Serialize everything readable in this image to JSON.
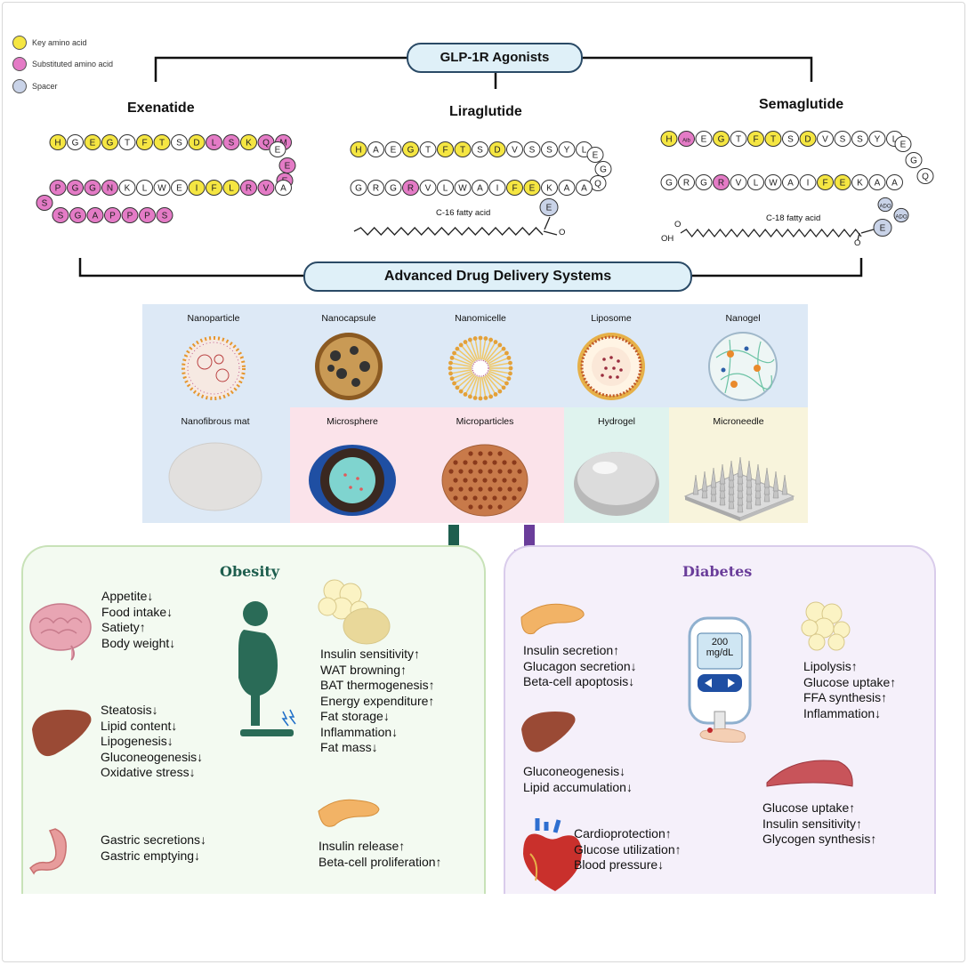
{
  "legend": [
    {
      "label": "Key amino acid",
      "color": "#f5e642"
    },
    {
      "label": "Substituted amino acid",
      "color": "#e47bc6"
    },
    {
      "label": "Spacer",
      "color": "#c9d3e8"
    }
  ],
  "agonists_title": "GLP-1R Agonists",
  "exenatide": {
    "title": "Exenatide",
    "row1": [
      "H",
      "G",
      "E",
      "G",
      "T",
      "F",
      "T",
      "S",
      "D",
      "L",
      "S",
      "K",
      "Q",
      "M"
    ],
    "row2": [
      "P",
      "G",
      "G",
      "N",
      "K",
      "L",
      "W",
      "E",
      "I",
      "F",
      "L",
      "R",
      "V",
      "A"
    ],
    "turn": [
      "E",
      "E",
      "E"
    ],
    "s_tail": "S",
    "row3": [
      "S",
      "G",
      "A",
      "P",
      "P",
      "P",
      "S"
    ]
  },
  "liraglutide": {
    "title": "Liraglutide",
    "row1": [
      "H",
      "A",
      "E",
      "G",
      "T",
      "F",
      "T",
      "S",
      "D",
      "V",
      "S",
      "S",
      "Y",
      "L"
    ],
    "turn": [
      "E",
      "G",
      "Q"
    ],
    "row2": [
      "G",
      "R",
      "G",
      "R",
      "V",
      "L",
      "W",
      "A",
      "I",
      "F",
      "E",
      "K",
      "A",
      "A"
    ],
    "spacer": "E",
    "fatty_acid": "C-16 fatty acid",
    "carbonyl_o": "O"
  },
  "semaglutide": {
    "title": "Semaglutide",
    "row1": [
      "H",
      "Aib",
      "E",
      "G",
      "T",
      "F",
      "T",
      "S",
      "D",
      "V",
      "S",
      "S",
      "Y",
      "L"
    ],
    "turn": [
      "E",
      "G",
      "Q"
    ],
    "row2": [
      "G",
      "R",
      "G",
      "R",
      "V",
      "L",
      "W",
      "A",
      "I",
      "F",
      "E",
      "K",
      "A",
      "A"
    ],
    "spacers": [
      "E",
      "ADO",
      "ADO"
    ],
    "fatty_acid": "C-18 fatty acid",
    "carbonyl_o": "O",
    "acid_o": "O",
    "acid_oh": "OH"
  },
  "delivery_title": "Advanced Drug Delivery Systems",
  "delivery_systems": [
    "Nanoparticle",
    "Nanocapsule",
    "Nanomicelle",
    "Liposome",
    "Nanogel",
    "Nanofibrous mat",
    "Microsphere",
    "Microparticles",
    "Hydrogel",
    "Microneedle"
  ],
  "obesity": {
    "title": "Obesity",
    "brain": [
      "Appetite↓",
      "Food intake↓",
      "Satiety↑",
      "Body weight↓"
    ],
    "liver": [
      "Steatosis↓",
      "Lipid content↓",
      "Lipogenesis↓",
      "Gluconeogenesis↓",
      "Oxidative stress↓"
    ],
    "stomach": [
      "Gastric secretions↓",
      "Gastric emptying↓"
    ],
    "adipose": [
      "Insulin sensitivity↑",
      "WAT browning↑",
      "BAT thermogenesis↑",
      "Energy expenditure↑",
      "Fat storage↓",
      "Inflammation↓",
      "Fat mass↓"
    ],
    "pancreas": [
      "Insulin release↑",
      "Beta-cell proliferation↑"
    ]
  },
  "diabetes": {
    "title": "Diabetes",
    "pancreas": [
      "Insulin secretion↑",
      "Glucagon secretion↓",
      "Beta-cell apoptosis↓"
    ],
    "meter_value": "200",
    "meter_unit": "mg/dL",
    "adipose": [
      "Lipolysis↑",
      "Glucose uptake↑",
      "FFA synthesis↑",
      "Inflammation↓"
    ],
    "liver": [
      "Gluconeogenesis↓",
      "Lipid accumulation↓"
    ],
    "muscle": [
      "Glucose uptake↑",
      "Insulin sensitivity↑",
      "Glycogen synthesis↑"
    ],
    "heart": [
      "Cardioprotection↑",
      "Glucose utilization↑",
      "Blood pressure↓"
    ]
  },
  "colors": {
    "key": "#f5e642",
    "substituted": "#e47bc6",
    "spacer": "#c9d3e8",
    "obesity_green": "#2a6b57",
    "diabetes_purple": "#6a3d9a"
  }
}
